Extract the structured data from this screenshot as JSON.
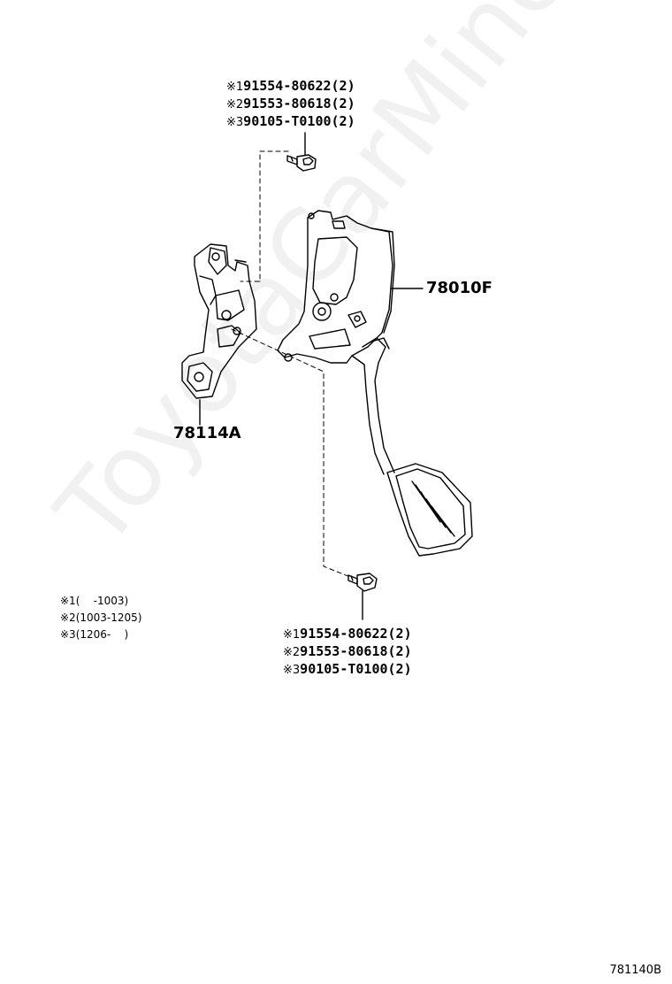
{
  "watermark": "ToyotaCarMine.ru",
  "top_callout": [
    {
      "marker": "※1",
      "part": "91554-80622(2)"
    },
    {
      "marker": "※2",
      "part": "91553-80618(2)"
    },
    {
      "marker": "※3",
      "part": "90105-T0100(2)"
    }
  ],
  "bottom_callout": [
    {
      "marker": "※1",
      "part": "91554-80622(2)"
    },
    {
      "marker": "※2",
      "part": "91553-80618(2)"
    },
    {
      "marker": "※3",
      "part": "90105-T0100(2)"
    }
  ],
  "labels": {
    "pedal_assembly": "78010F",
    "bracket": "78114A"
  },
  "notes": [
    {
      "marker": "※1",
      "range": "(    -1003)"
    },
    {
      "marker": "※2",
      "range": "(1003-1205)"
    },
    {
      "marker": "※3",
      "range": "(1206-    )"
    }
  ],
  "illustration_code": "781140B"
}
